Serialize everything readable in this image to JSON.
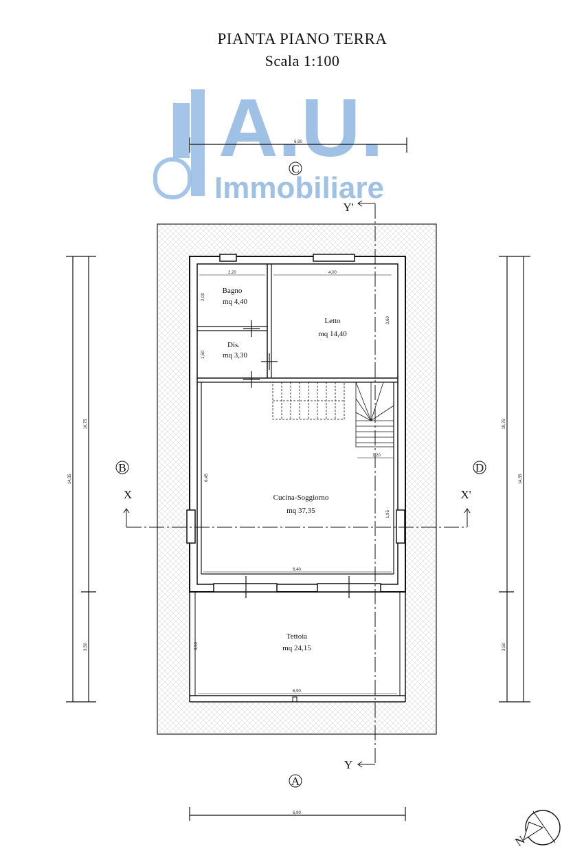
{
  "header": {
    "title": "PIANTA PIANO TERRA",
    "scale": "Scala 1:100"
  },
  "watermark": {
    "brand": "A.U.",
    "subtitle": "Immobiliare",
    "color": "#8fb7e2"
  },
  "rooms": {
    "bagno": {
      "name": "Bagno",
      "area": "mq 4,40"
    },
    "dis": {
      "name": "Dis.",
      "area": "mq 3,30"
    },
    "letto": {
      "name": "Letto",
      "area": "mq 14,40"
    },
    "cucina": {
      "name": "Cucina-Soggiorno",
      "area": "mq 37,35"
    },
    "tettoia": {
      "name": "Tettoia",
      "area": "mq 24,15"
    }
  },
  "dimensions": {
    "top": "6,90",
    "bottom": "6,90",
    "bagno_w": "2,20",
    "letto_w": "4,00",
    "bagno_h": "2,00",
    "letto_h": "3,60",
    "dis_h": "1,50",
    "cucina_h": "6,45",
    "stair_w": "1,20",
    "cucina_w": "6,40",
    "cucina_side": "1,95",
    "tettoia_h": "3,50",
    "tettoia_w": "6,90",
    "left_total": "14,35",
    "left_upper": "10,75",
    "left_lower": "3,50",
    "right_total": "14,35",
    "right_upper": "10,75",
    "right_lower": "3,50"
  },
  "section_labels": {
    "a": "A",
    "b": "B",
    "c": "C",
    "d": "D",
    "x": "X",
    "x_prime": "X'",
    "y": "Y",
    "y_prime": "Y'"
  },
  "compass": {
    "letter": "N"
  }
}
